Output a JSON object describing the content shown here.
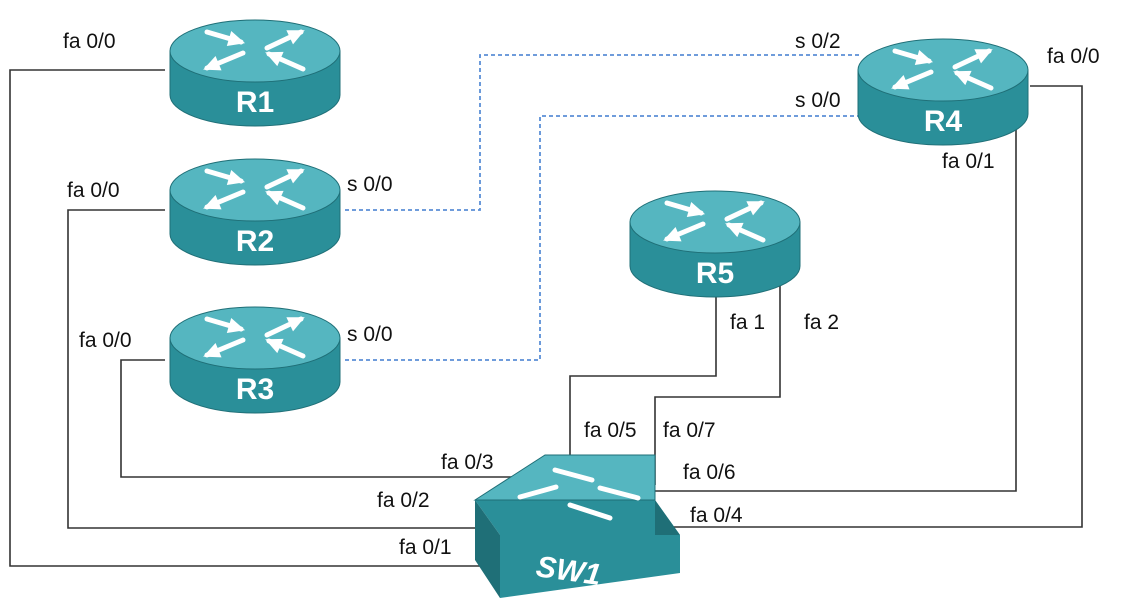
{
  "colors": {
    "device_top": "#55b6c0",
    "device_side": "#2a8f99",
    "device_edge": "#1f6f77",
    "ethernet_link": "#333333",
    "serial_link": "#5b8fd6",
    "label_text": "#111111"
  },
  "devices": {
    "r1": {
      "name": "R1",
      "type": "router",
      "icon": "router-icon"
    },
    "r2": {
      "name": "R2",
      "type": "router",
      "icon": "router-icon"
    },
    "r3": {
      "name": "R3",
      "type": "router",
      "icon": "router-icon"
    },
    "r4": {
      "name": "R4",
      "type": "router",
      "icon": "router-icon"
    },
    "r5": {
      "name": "R5",
      "type": "router",
      "icon": "router-icon"
    },
    "sw1": {
      "name": "SW1",
      "type": "switch",
      "icon": "switch-icon"
    }
  },
  "links": [
    {
      "id": "r1-sw1",
      "kind": "ethernet",
      "a": "R1",
      "a_port": "fa 0/0",
      "b": "SW1",
      "b_port": "fa 0/1"
    },
    {
      "id": "r2-sw1",
      "kind": "ethernet",
      "a": "R2",
      "a_port": "fa 0/0",
      "b": "SW1",
      "b_port": "fa 0/2"
    },
    {
      "id": "r3-sw1",
      "kind": "ethernet",
      "a": "R3",
      "a_port": "fa 0/0",
      "b": "SW1",
      "b_port": "fa 0/3"
    },
    {
      "id": "r4-sw1-a",
      "kind": "ethernet",
      "a": "R4",
      "a_port": "fa 0/0",
      "b": "SW1",
      "b_port": "fa 0/4"
    },
    {
      "id": "r4-sw1-b",
      "kind": "ethernet",
      "a": "R4",
      "a_port": "fa 0/1",
      "b": "SW1",
      "b_port": "fa 0/6"
    },
    {
      "id": "r5-sw1-a",
      "kind": "ethernet",
      "a": "R5",
      "a_port": "fa 1",
      "b": "SW1",
      "b_port": "fa 0/5"
    },
    {
      "id": "r5-sw1-b",
      "kind": "ethernet",
      "a": "R5",
      "a_port": "fa 2",
      "b": "SW1",
      "b_port": "fa 0/7"
    },
    {
      "id": "r2-r4",
      "kind": "serial",
      "a": "R2",
      "a_port": "s 0/0",
      "b": "R4",
      "b_port": "s 0/2"
    },
    {
      "id": "r3-r4",
      "kind": "serial",
      "a": "R3",
      "a_port": "s 0/0",
      "b": "R4",
      "b_port": "s 0/0"
    }
  ]
}
